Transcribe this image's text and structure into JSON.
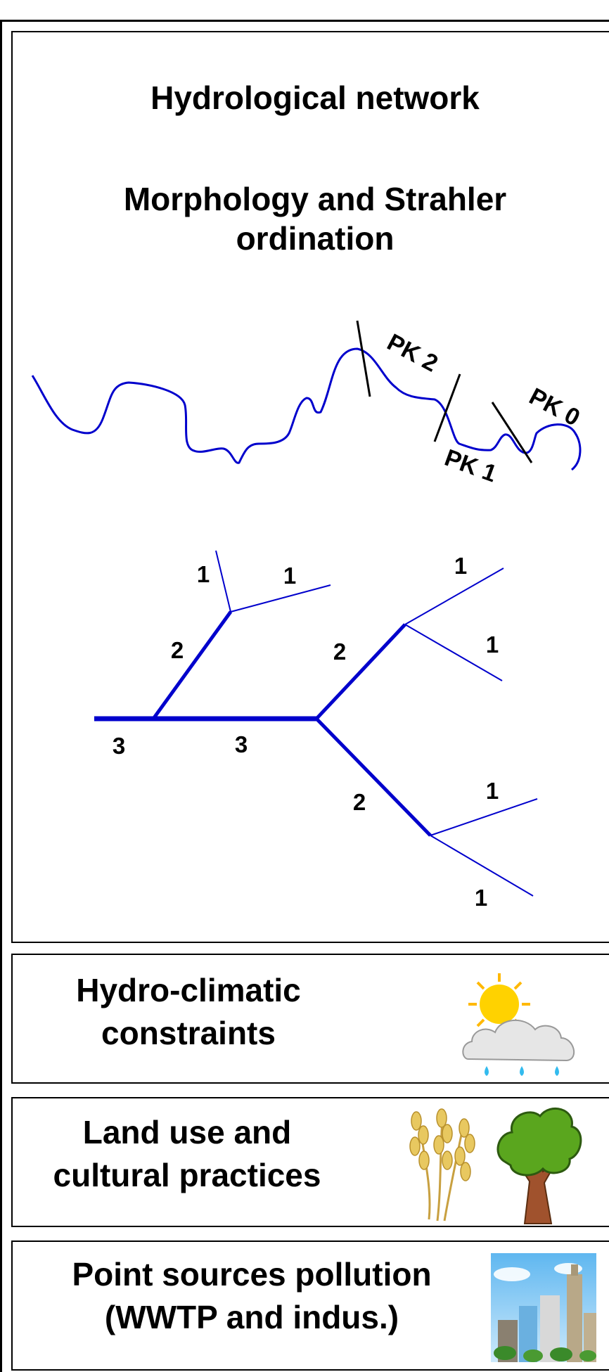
{
  "panel_network": {
    "title": "Hydrological network",
    "subtitle_line1": "Morphology and Strahler",
    "subtitle_line2": "ordination",
    "pk_labels": [
      "PK 2",
      "PK 1",
      "PK 0"
    ],
    "strahler_labels": [
      "1",
      "1",
      "2",
      "3",
      "3",
      "2",
      "1",
      "1",
      "2",
      "1",
      "1"
    ]
  },
  "panel_climate": {
    "line1": "Hydro-climatic",
    "line2": "constraints",
    "icon": "sun-cloud-rain-icon"
  },
  "panel_landuse": {
    "line1": "Land use and",
    "line2": "cultural practices",
    "icons": [
      "wheat-icon",
      "tree-icon"
    ]
  },
  "panel_pollution": {
    "line1": "Point sources pollution",
    "line2": "(WWTP and indus.)",
    "icon": "city-icon"
  },
  "colors": {
    "river": "#0000cc",
    "markers": "#000000",
    "frame": "#000000"
  }
}
